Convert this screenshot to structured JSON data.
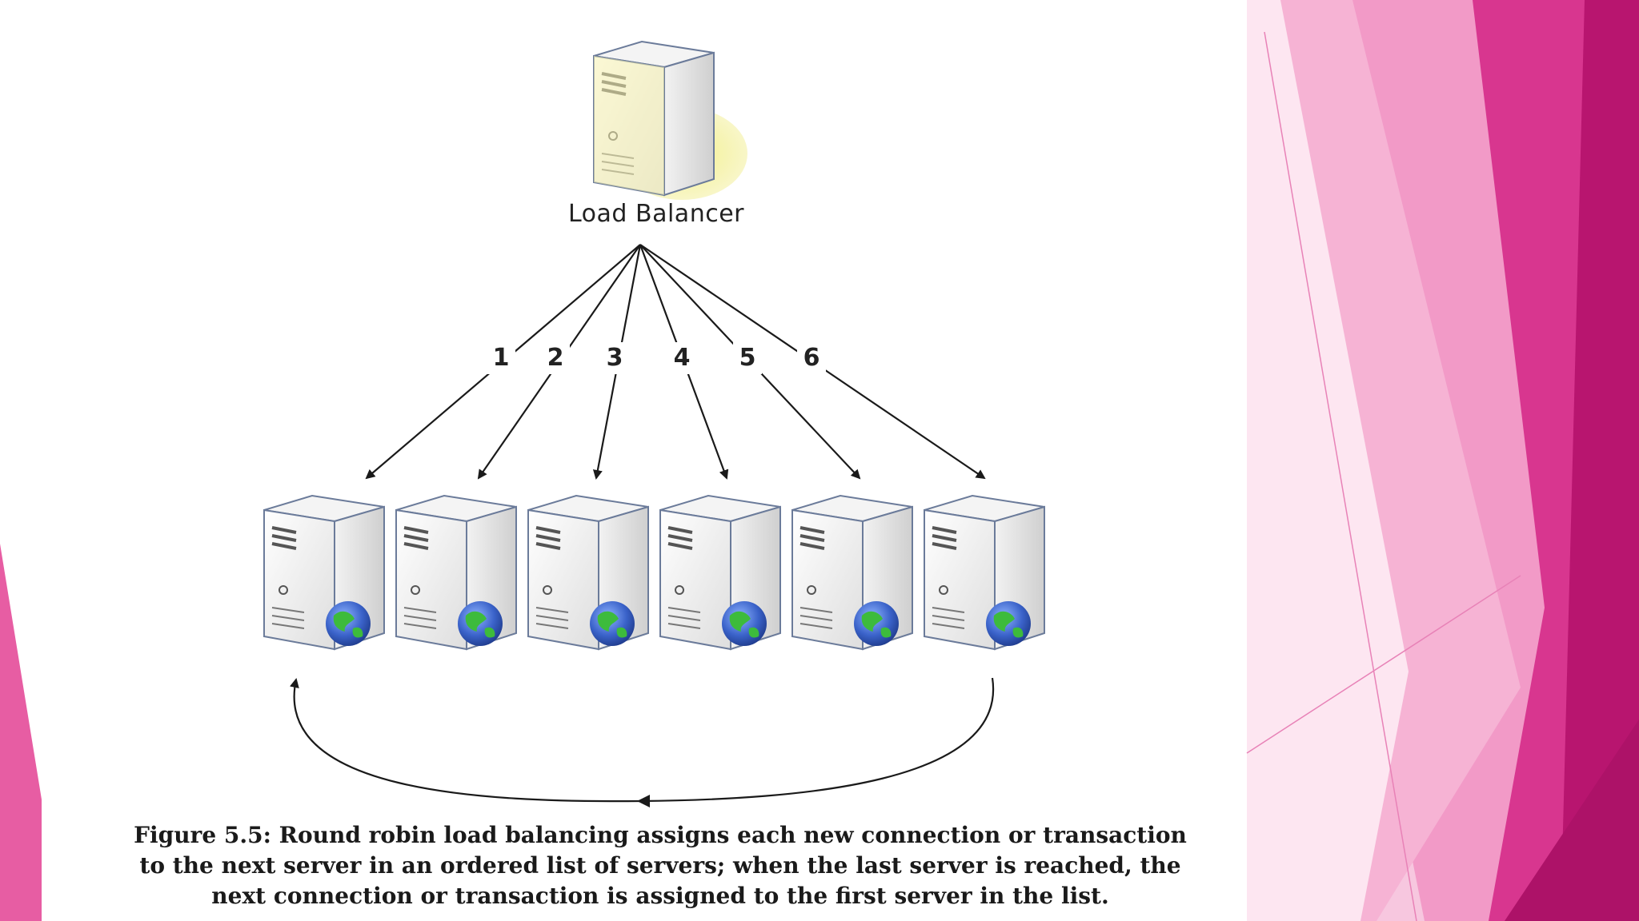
{
  "diagram": {
    "load_balancer_label": "Load Balancer",
    "connection_numbers": [
      "1",
      "2",
      "3",
      "4",
      "5",
      "6"
    ],
    "server_count": 6,
    "caption_lines": [
      "Figure 5.5: Round robin load balancing assigns each new connection or transaction",
      "to the next server in an ordered list of servers; when the last server is reached, the",
      "next connection or transaction is assigned to the first server in the list."
    ]
  },
  "colors": {
    "accent_pink": "#e8509e",
    "accent_magenta": "#c2187a",
    "light_pink": "#f4a6cd",
    "load_balancer_glow": "#f3f08a",
    "globe_blue": "#3a62c9",
    "globe_green": "#3dbb3c"
  },
  "icons": [
    "load-balancer-server-icon",
    "web-server-icon",
    "globe-icon"
  ]
}
